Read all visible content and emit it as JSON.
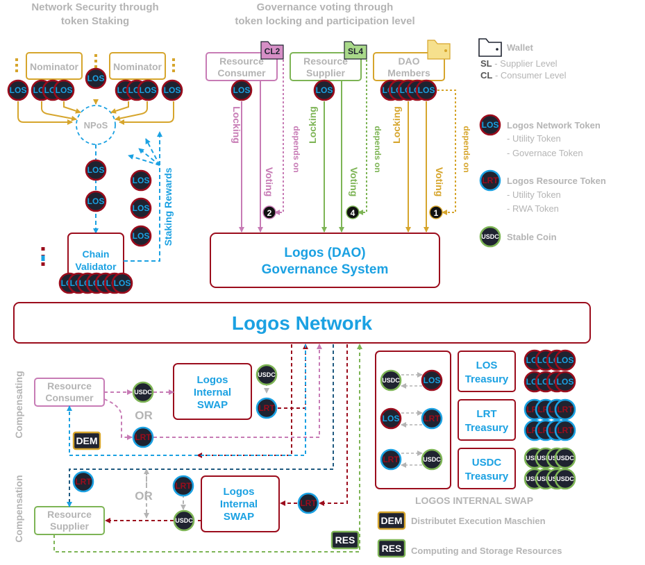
{
  "headings": {
    "staking_line1": "Network Security through",
    "staking_line2": "token Staking",
    "governance_line1": "Governance voting through",
    "governance_line2": "token locking and participation level"
  },
  "staking": {
    "nominator": "Nominator",
    "npos": "NPoS",
    "chain_validator_line1": "Chain",
    "chain_validator_line2": "Validator",
    "rewards": "Staking Rewards"
  },
  "governance": {
    "resource_consumer_line1": "Resource",
    "resource_consumer_line2": "Consumer",
    "resource_supplier_line1": "Resource",
    "resource_supplier_line2": "Supplier",
    "dao_members_line1": "DAO",
    "dao_members_line2": "Members",
    "cl_badge": "CL2",
    "sl_badge": "SL4",
    "locking": "Locking",
    "voting": "Voting",
    "depends_on": "depends on",
    "num_consumer": "2",
    "num_supplier": "4",
    "num_dao": "1",
    "system_line1": "Logos (DAO)",
    "system_line2": "Governance System"
  },
  "network": {
    "title": "Logos Network"
  },
  "tokens": {
    "los": "LOS",
    "lrt": "LRT",
    "usdc": "USDC",
    "dem": "DEM",
    "res": "RES"
  },
  "compensating": {
    "side_label": "Compensating",
    "consumer_line1": "Resource",
    "consumer_line2": "Consumer",
    "or": "OR",
    "swap_line1": "Logos",
    "swap_line2": "Internal",
    "swap_line3": "SWAP"
  },
  "compensation": {
    "side_label": "Compensation",
    "supplier_line1": "Resource",
    "supplier_line2": "Supplier",
    "or": "OR",
    "swap_line1": "Logos",
    "swap_line2": "Internal",
    "swap_line3": "SWAP"
  },
  "internal_swap": {
    "caption": "LOGOS INTERNAL SWAP",
    "los_treasury_line1": "LOS",
    "los_treasury_line2": "Treasury",
    "lrt_treasury_line1": "LRT",
    "lrt_treasury_line2": "Treasury",
    "usdc_treasury_line1": "USDC",
    "usdc_treasury_line2": "Treasury"
  },
  "legend": {
    "wallet": "Wallet",
    "sl_abbr": "SL",
    "sl_text": " - Supplier Level",
    "cl_abbr": "CL",
    "cl_text": " - Consumer Level",
    "los_title": "Logos Network Token",
    "los_sub1": "- Utility Token",
    "los_sub2": "- Governace Token",
    "lrt_title": "Logos Resource Token",
    "lrt_sub1": "- Utility Token",
    "lrt_sub2": "- RWA Token",
    "usdc_title": "Stable Coin",
    "dem_text": "Distributet Execution Maschien",
    "res_text": "Computing and Storage Resources"
  },
  "colors": {
    "dark_red": "#9b0c1c",
    "blue": "#1ba1e2",
    "gold": "#d6a52c",
    "purple": "#c77bb5",
    "green": "#7db455",
    "gray": "#b4b4b4",
    "navy": "#1f2330"
  }
}
